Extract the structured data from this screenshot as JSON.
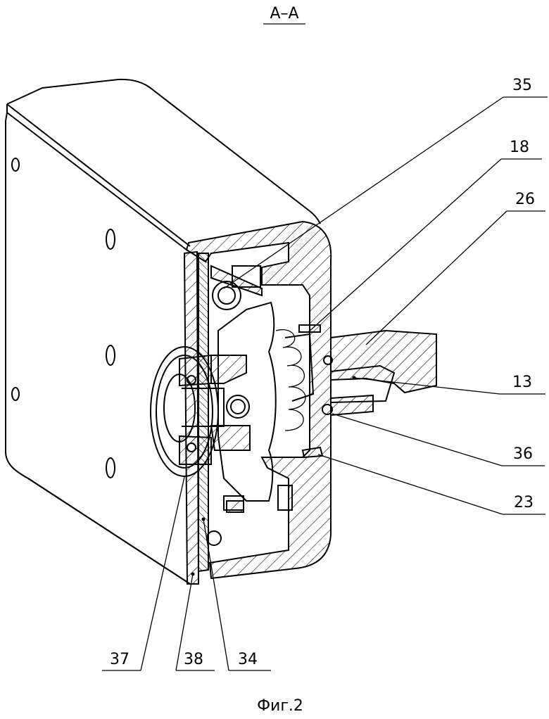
{
  "section_title": "A–A",
  "figure_caption": "Фиг.2",
  "callouts": [
    "35",
    "18",
    "26",
    "13",
    "36",
    "23",
    "37",
    "38",
    "34"
  ]
}
